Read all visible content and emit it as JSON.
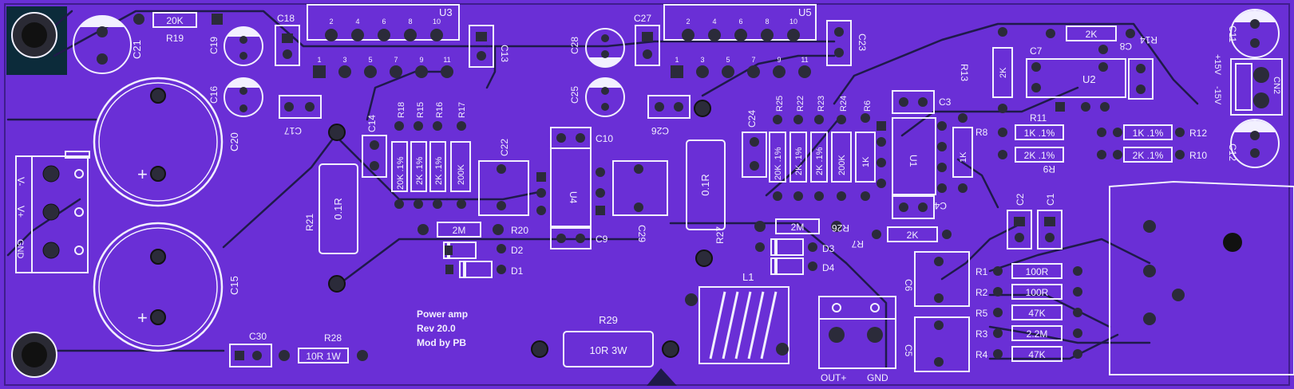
{
  "board": {
    "notes": [
      "Power amp",
      "Rev 20.0",
      "Mod by PB"
    ],
    "colors": {
      "background": "#6a2fd6",
      "trace": "#1f1a4a",
      "silk": "#f2f0ff",
      "pad": "#2b2b3a"
    }
  },
  "refdes": {
    "U3": "U3",
    "U5": "U5",
    "U1": "U1",
    "U2": "U2",
    "U4": "U4",
    "R19": "R19",
    "R20": "R20",
    "R21": "R21",
    "R26": "R26",
    "R27": "R27",
    "R28": "R28",
    "R29": "R29",
    "R13": "R13",
    "R14": "R14",
    "R11": "R11",
    "R12": "R12",
    "R9": "R9",
    "R10": "R10",
    "R8": "R8",
    "R7": "R7",
    "R6": "R6",
    "R15": "R15",
    "R16": "R16",
    "R17": "R17",
    "R18": "R18",
    "R22": "R22",
    "R23": "R23",
    "R24": "R24",
    "R25": "R25",
    "R1": "R1",
    "R2": "R2",
    "R3": "R3",
    "R4": "R4",
    "R5": "R5",
    "C1": "C1",
    "C2": "C2",
    "C3": "C3",
    "C4": "C4",
    "C5": "C5",
    "C6": "C6",
    "C7": "C7",
    "C8": "C8",
    "C9": "C9",
    "C10": "C10",
    "C11": "C11",
    "C12": "C12",
    "C13": "C13",
    "C14": "C14",
    "C15": "C15",
    "C16": "C16",
    "C17": "C17",
    "C18": "C18",
    "C19": "C19",
    "C20": "C20",
    "C21": "C21",
    "C22": "C22",
    "C23": "C23",
    "C24": "C24",
    "C25": "C25",
    "C26": "C26",
    "C27": "C27",
    "C28": "C28",
    "C29": "C29",
    "C30": "C30",
    "D1": "D1",
    "D2": "D2",
    "D3": "D3",
    "D4": "D4",
    "L1": "L1",
    "CN2": "CN2"
  },
  "values": {
    "r19": "20K",
    "r20": "2M",
    "r21": "0.1R",
    "r26": "2M",
    "r27": "0.1R",
    "r28": "10R 1W",
    "r29": "10R 3W",
    "r14": "2K",
    "r13": "2K",
    "r11": "1K .1%",
    "r12": "1K .1%",
    "r9": "2K .1%",
    "r10": "2K .1%",
    "r8": "1K",
    "r7": "2K",
    "r6": "1K",
    "r18": "20K .1%",
    "r15": "2K .1%",
    "r16": "2K .1%",
    "r17": "200K",
    "r25": "20K .1%",
    "r22": "2K .1%",
    "r23": "2K .1%",
    "r24": "200K",
    "r1": "100R",
    "r2": "100R",
    "r5": "47K",
    "r3": "2.2M",
    "r4": "47K"
  },
  "pins": {
    "u3_top": [
      "2",
      "4",
      "6",
      "8",
      "10"
    ],
    "u3_bottom": [
      "1",
      "3",
      "5",
      "7",
      "9",
      "11"
    ],
    "u5_top": [
      "2",
      "4",
      "6",
      "8",
      "10"
    ],
    "u5_bottom": [
      "1",
      "3",
      "5",
      "7",
      "9",
      "11"
    ]
  },
  "connectors": {
    "power_left": [
      "V-",
      "V+",
      "GND"
    ],
    "power_right": [
      "+15V",
      "-15V"
    ],
    "output": [
      "OUT+",
      "GND"
    ]
  },
  "polarity": "+"
}
